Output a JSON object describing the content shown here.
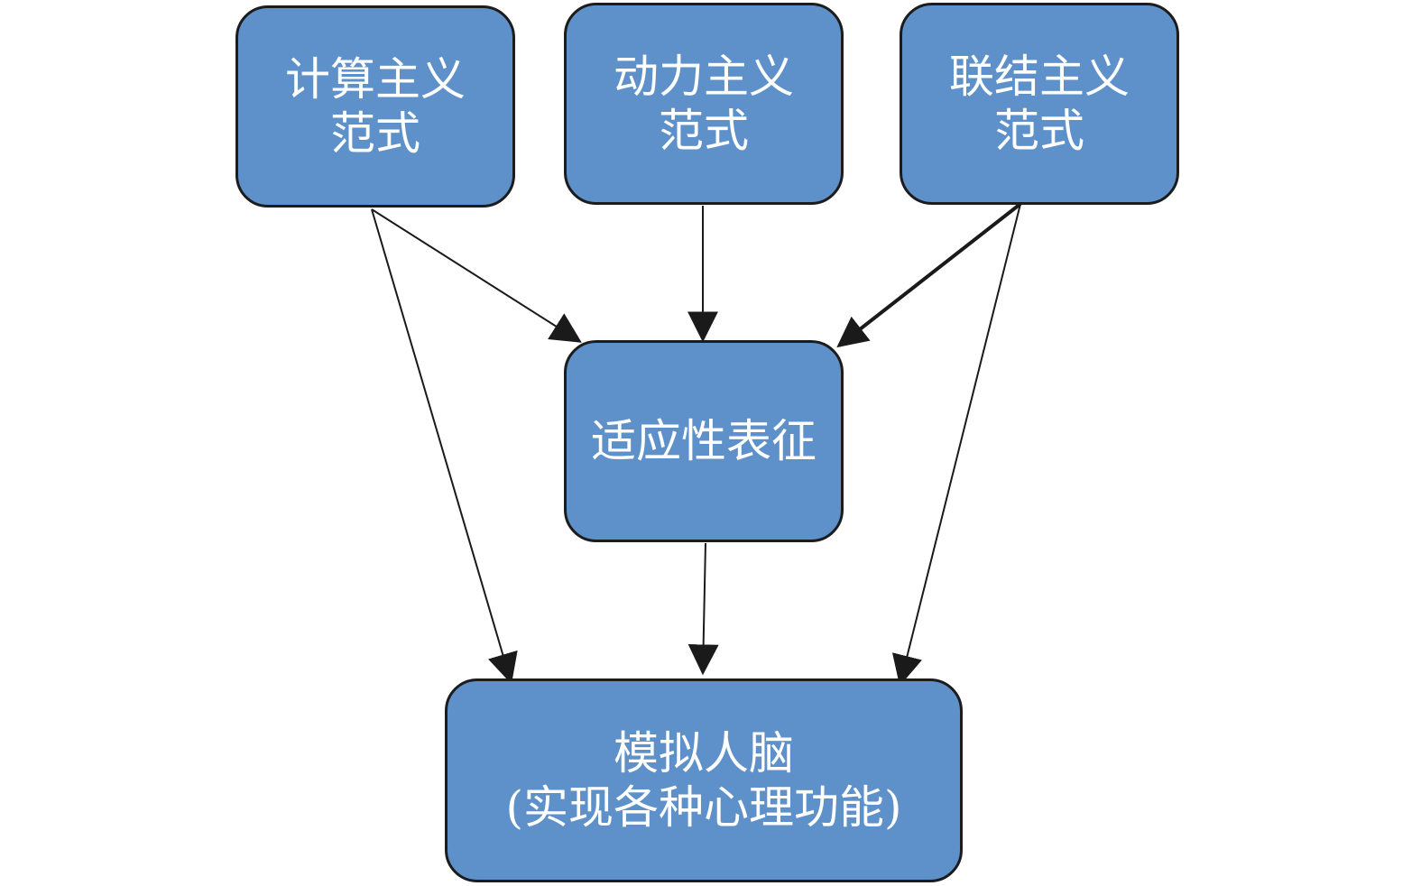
{
  "colors": {
    "node_fill": "#5e91c9",
    "node_border": "#1c1c1c",
    "node_text": "#ffffff",
    "arrow": "#1a1a1a"
  },
  "nodes": {
    "computational": {
      "line1": "计算主义",
      "line2": "范式"
    },
    "dynamical": {
      "line1": "动力主义",
      "line2": "范式"
    },
    "connectionist": {
      "line1": "联结主义",
      "line2": "范式"
    },
    "adaptive": {
      "line1": "适应性表征"
    },
    "brain": {
      "line1": "模拟人脑",
      "line2": "(实现各种心理功能)"
    }
  },
  "edges": [
    {
      "from": "computational",
      "to": "adaptive"
    },
    {
      "from": "computational",
      "to": "brain"
    },
    {
      "from": "dynamical",
      "to": "adaptive"
    },
    {
      "from": "connectionist",
      "to": "adaptive"
    },
    {
      "from": "connectionist",
      "to": "brain"
    },
    {
      "from": "adaptive",
      "to": "brain"
    }
  ]
}
